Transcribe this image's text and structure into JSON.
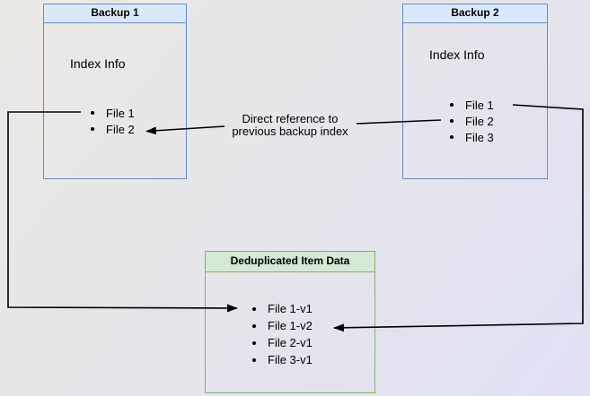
{
  "colors": {
    "blue_fill": "#dbe8fc",
    "blue_border": "#6c8ebf",
    "green_fill": "#d5e8d4",
    "green_border": "#82b366",
    "connector": "#000000"
  },
  "backup1": {
    "title": "Backup 1",
    "section_label": "Index Info",
    "files": [
      "File 1",
      "File 2"
    ]
  },
  "backup2": {
    "title": "Backup 2",
    "section_label": "Index Info",
    "files": [
      "File 1",
      "File 2",
      "File 3"
    ]
  },
  "dedup_store": {
    "title": "Deduplicated Item Data",
    "files": [
      "File 1-v1",
      "File 1-v2",
      "File 2-v1",
      "File 3-v1"
    ]
  },
  "annotation": {
    "line1": "Direct reference to",
    "line2": "previous backup index"
  }
}
